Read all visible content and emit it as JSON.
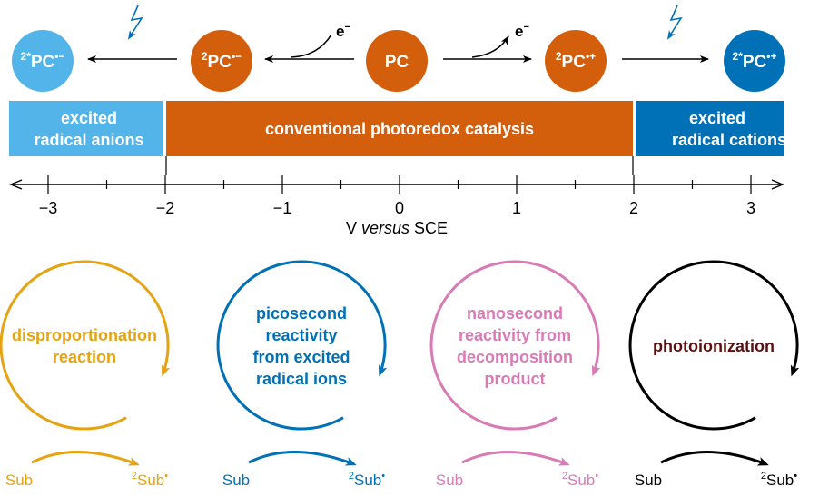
{
  "species": {
    "excited_radical_anion": {
      "prefix": "2*",
      "core": "PC",
      "sup": "•−"
    },
    "radical_anion": {
      "prefix": "2",
      "core": "PC",
      "sup": "•−"
    },
    "neutral": {
      "prefix": "",
      "core": "PC",
      "sup": ""
    },
    "radical_cation": {
      "prefix": "2",
      "core": "PC",
      "sup": "•+"
    },
    "excited_radical_cation": {
      "prefix": "2*",
      "core": "PC",
      "sup": "•+"
    }
  },
  "electron_labels": {
    "left": "e",
    "right": "e",
    "sup": "−"
  },
  "bands": {
    "left": {
      "line1": "excited",
      "line2": "radical anions"
    },
    "middle": {
      "line1": "conventional photoredox catalysis"
    },
    "right": {
      "line1": "excited",
      "line2": "radical cations"
    }
  },
  "axis": {
    "ticks": [
      "−3",
      "−2",
      "−1",
      "0",
      "1",
      "2",
      "3"
    ],
    "label_prefix": "V ",
    "label_italic": "versus",
    "label_suffix": " SCE"
  },
  "cycles": [
    {
      "label_lines": [
        "disproportionation",
        "reaction"
      ],
      "sub": "Sub",
      "product_sup": "2",
      "product": "Sub",
      "product_dot": "•"
    },
    {
      "label_lines": [
        "picosecond",
        "reactivity",
        "from excited",
        "radical ions"
      ],
      "sub": "Sub",
      "product_sup": "2",
      "product": "Sub",
      "product_dot": "•"
    },
    {
      "label_lines": [
        "nanosecond",
        "reactivity from",
        "decomposition",
        "product"
      ],
      "sub": "Sub",
      "product_sup": "2",
      "product": "Sub",
      "product_dot": "•"
    },
    {
      "label_lines": [
        "photoionization"
      ],
      "sub": "Sub",
      "product_sup": "2",
      "product": "Sub",
      "product_dot": "•"
    }
  ],
  "colors": {
    "orange": "#d35f0c",
    "light_blue": "#52b4e8",
    "dark_blue": "#0071b6",
    "gold": "#e5a311",
    "pink": "#d87bb5",
    "black": "#000000",
    "dark_red": "#5b0f0f"
  }
}
